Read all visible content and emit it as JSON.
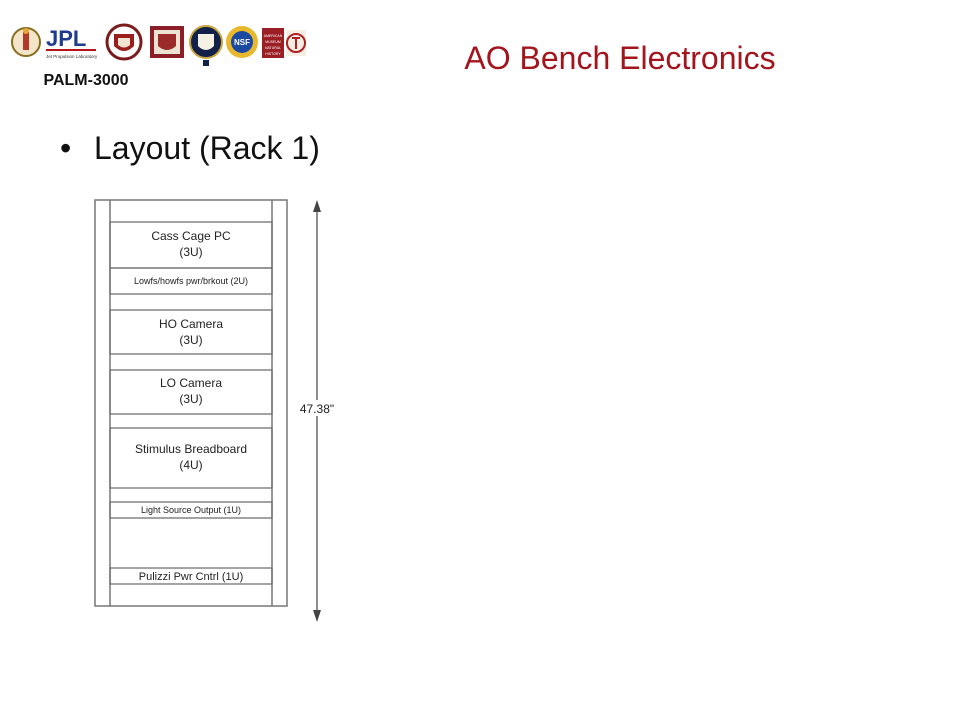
{
  "header": {
    "title": "AO Bench Electronics",
    "program": "PALM-3000",
    "logos": [
      {
        "name": "caltech-seal",
        "icon": "seal-icon"
      },
      {
        "name": "jpl-logo",
        "text": "JPL",
        "subtext": "Jet Propulsion Laboratory"
      },
      {
        "name": "university-seal-1",
        "icon": "seal-icon"
      },
      {
        "name": "university-seal-2",
        "icon": "seal-icon"
      },
      {
        "name": "university-seal-3",
        "icon": "seal-icon"
      },
      {
        "name": "nsf-logo",
        "text": "NSF"
      },
      {
        "name": "amnh-logo",
        "text": "American Museum Natural History"
      },
      {
        "name": "org-logo",
        "icon": "circle-logo-icon"
      }
    ]
  },
  "body": {
    "bullet": "Layout (Rack 1)"
  },
  "rack": {
    "height_label": "47.38\"",
    "units": [
      {
        "name": "Cass Cage PC",
        "size": "(3U)"
      },
      {
        "name": "Lowfs/howfs pwr/brkout (2U)",
        "size": ""
      },
      {
        "name": "HO Camera",
        "size": "(3U)"
      },
      {
        "name": "LO Camera",
        "size": "(3U)"
      },
      {
        "name": "Stimulus Breadboard",
        "size": "(4U)"
      },
      {
        "name": "Light Source Output (1U)",
        "size": ""
      },
      {
        "name": "Pulizzi Pwr Cntrl (1U)",
        "size": ""
      }
    ]
  },
  "colors": {
    "title": "#a3141c",
    "text": "#111111",
    "rack_line": "#666666"
  }
}
